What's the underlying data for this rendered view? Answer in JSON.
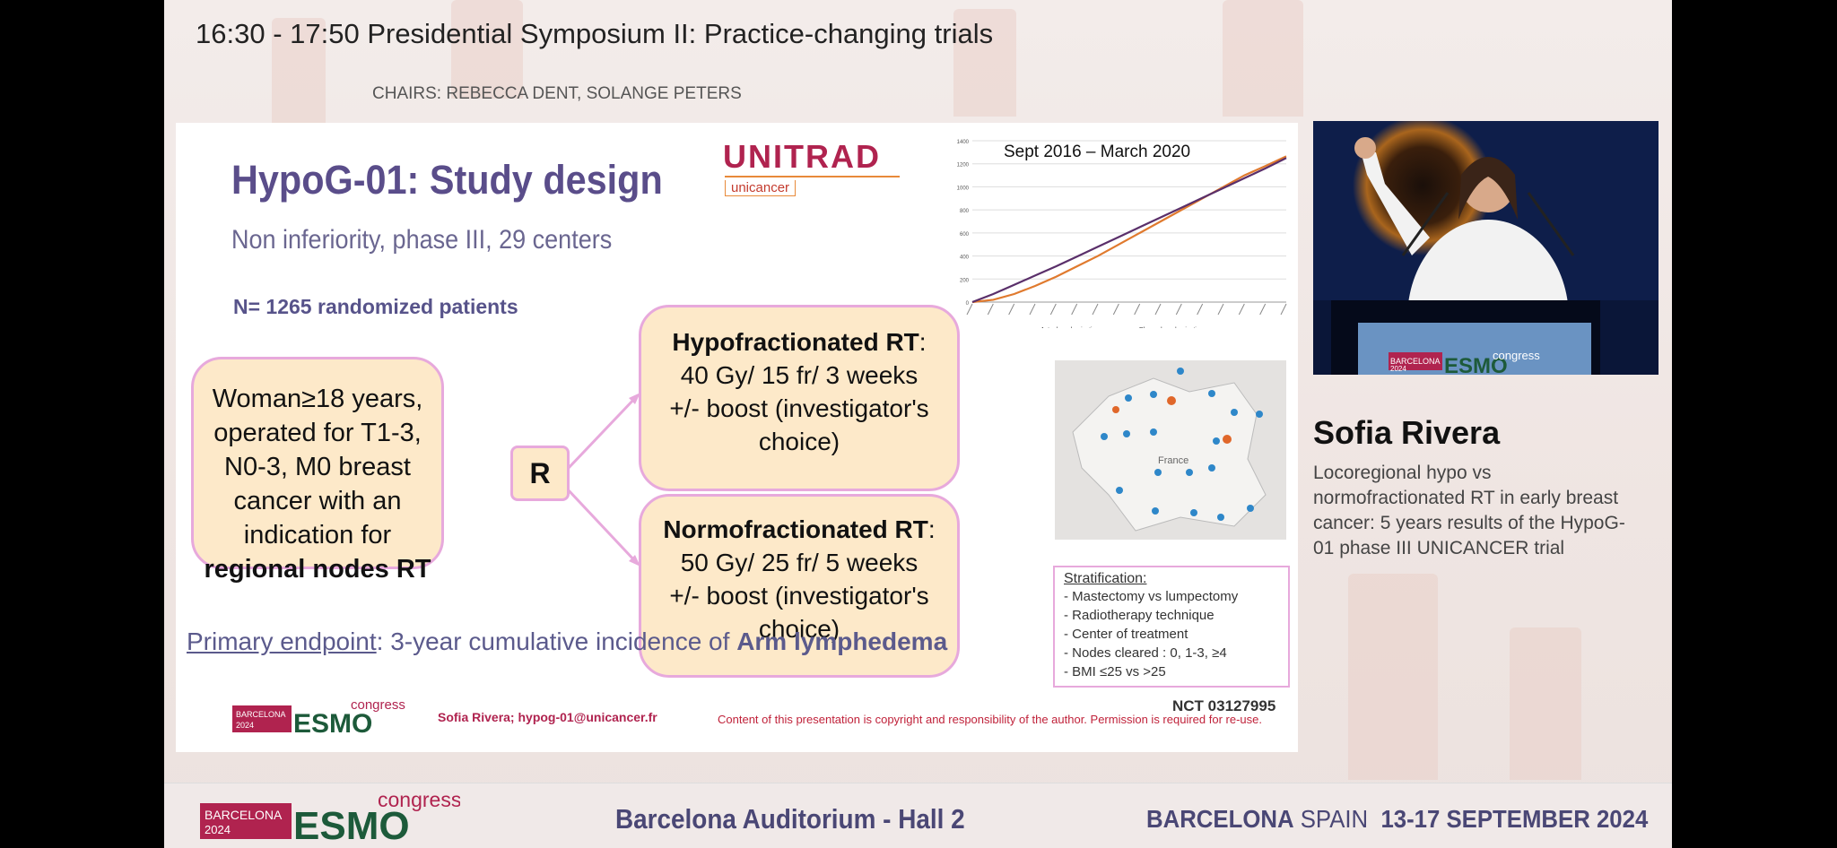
{
  "session": {
    "title": "16:30 - 17:50  Presidential Symposium II: Practice-changing trials",
    "chairs": "CHAIRS: REBECCA DENT, SOLANGE PETERS"
  },
  "slide": {
    "title": "HypoG-01: Study design",
    "logo_name": "UNITRAD",
    "logo_sub": "unicancer",
    "subtitle": "Non inferiority, phase III, 29 centers",
    "n_patients": "N= 1265 randomized patients",
    "eligibility": {
      "text": "Woman≥18 years, operated for T1-3, N0-3, M0 breast cancer with an indication for",
      "emphasis": "regional nodes RT"
    },
    "randomization": "R",
    "arm1": {
      "name": "Hypofractionated RT",
      "line1": "40 Gy/ 15 fr/ 3 weeks",
      "line2": "+/- boost (investigator's choice)"
    },
    "arm2": {
      "name": "Normofractionated RT",
      "line1": "50 Gy/ 25 fr/ 5 weeks",
      "line2": "+/- boost (investigator's choice)"
    },
    "endpoint": {
      "label": "Primary endpoint",
      "text": ": 3-year cumulative incidence of",
      "emphasis": "Arm lymphedema"
    },
    "stratification": {
      "heading": "Stratification:",
      "items": [
        "-   Mastectomy vs lumpectomy",
        "-   Radiotherapy technique",
        "-   Center of treatment",
        "-   Nodes cleared : 0, 1-3, ≥4",
        "-   BMI ≤25 vs >25"
      ]
    },
    "nct": "NCT 03127995",
    "author": "Sofia Rivera;  hypog-01@unicancer.fr",
    "copyright": "Content of this presentation is copyright and responsibility of the author. Permission is required for re-use.",
    "map_label": "France",
    "congress_badge": {
      "city": "BARCELONA",
      "year": "2024",
      "brand": "ESMO",
      "word": "congress"
    }
  },
  "chart_data": {
    "type": "line",
    "title": "Sept 2016 – March 2020",
    "y_ticks": [
      "0",
      "200",
      "400",
      "600",
      "800",
      "1000",
      "1200",
      "1400"
    ],
    "ylim": [
      0,
      1400
    ],
    "x_count": 16,
    "series": [
      {
        "name": "Actual randomization",
        "color": "#e07a2e",
        "values": [
          0,
          20,
          70,
          140,
          220,
          310,
          400,
          500,
          600,
          700,
          800,
          900,
          1000,
          1100,
          1180,
          1265
        ]
      },
      {
        "name": "Planned randomization",
        "color": "#5a2f6a",
        "values": [
          0,
          70,
          150,
          230,
          310,
          395,
          480,
          565,
          650,
          735,
          820,
          905,
          990,
          1075,
          1160,
          1250
        ]
      }
    ],
    "legend_position": "bottom"
  },
  "speaker": {
    "name": "Sofia Rivera",
    "talk_title": "Locoregional hypo vs normofractionated RT in early breast cancer: 5 years results of the HypoG-01 phase III UNICANCER trial",
    "podium_badge": {
      "city": "BARCELONA",
      "year": "2024",
      "brand": "ESMO",
      "word": "congress"
    }
  },
  "footer": {
    "badge": {
      "city": "BARCELONA",
      "year": "2024",
      "brand": "ESMO",
      "word": "congress"
    },
    "venue": "Barcelona Auditorium - Hall 2",
    "city": "BARCELONA",
    "country": "SPAIN",
    "dates": "13-17 SEPTEMBER 2024"
  },
  "colors": {
    "slide_accent": "#5a4d8a",
    "box_fill": "#fde9c9",
    "box_border": "#e7a9dc",
    "esmo_red": "#b0234f",
    "esmo_green": "#1d5a3a"
  }
}
